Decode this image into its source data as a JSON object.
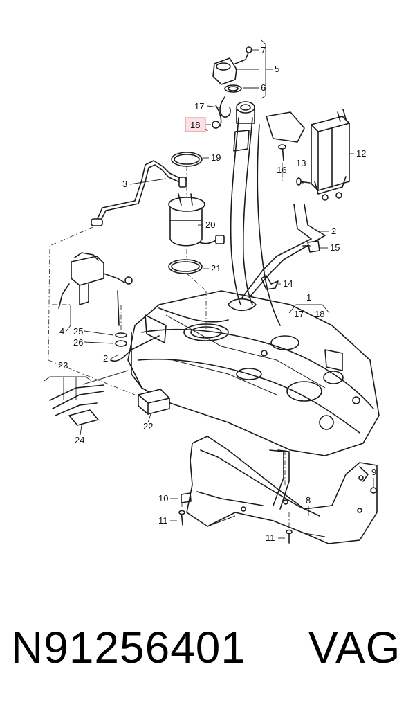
{
  "diagram": {
    "callouts": {
      "c1": "1",
      "c2a": "2",
      "c2b": "2",
      "c3": "3",
      "c4": "4",
      "c5": "5",
      "c6": "6",
      "c7": "7",
      "c8": "8",
      "c9": "9",
      "c10": "10",
      "c11a": "11",
      "c11b": "11",
      "c12": "12",
      "c13": "13",
      "c14": "14",
      "c15": "15",
      "c16": "16",
      "c17a": "17",
      "c17b": "17",
      "c18a": "18",
      "c18b": "18",
      "c19": "19",
      "c20": "20",
      "c21": "21",
      "c22": "22",
      "c23": "23",
      "c24": "24",
      "c25": "25",
      "c26": "26"
    },
    "highlighted_callout": "18",
    "highlight_color": "#fbe1e3"
  },
  "footer": {
    "part_number": "N91256401",
    "brand": "VAG"
  }
}
